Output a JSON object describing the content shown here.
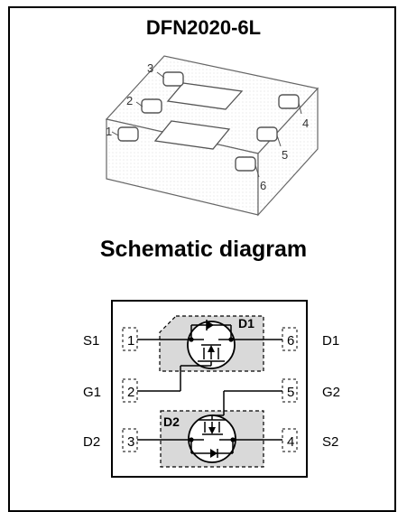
{
  "package": {
    "title": "DFN2020-6L",
    "pin_numbers": [
      "1",
      "2",
      "3",
      "4",
      "5",
      "6"
    ]
  },
  "schematic": {
    "title": "Schematic diagram",
    "left_pins": [
      {
        "label": "S1",
        "number": "1"
      },
      {
        "label": "G1",
        "number": "2"
      },
      {
        "label": "D2",
        "number": "3"
      }
    ],
    "right_pins": [
      {
        "label": "D1",
        "number": "6"
      },
      {
        "label": "G2",
        "number": "5"
      },
      {
        "label": "S2",
        "number": "4"
      }
    ],
    "mosfet_1": "D1",
    "mosfet_2": "D2"
  },
  "colors": {
    "shading": "#d9d9d9",
    "package_line": "#555555"
  }
}
